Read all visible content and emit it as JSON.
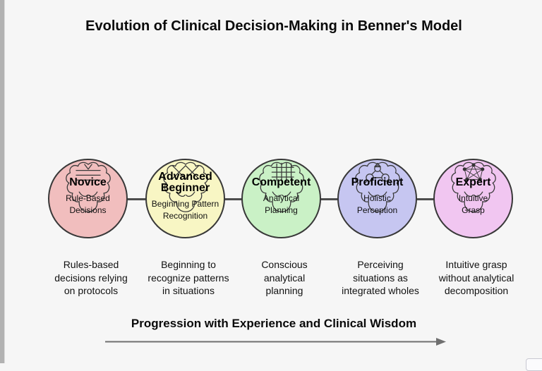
{
  "title": "Evolution of Clinical Decision-Making in Benner's Model",
  "colors": {
    "background": "#f6f6f6",
    "circle_border": "#383838",
    "connector": "#4d4d4d",
    "arrow": "#6f6f6f"
  },
  "stages": [
    {
      "name": "Novice",
      "trait": "Rule-Based\nDecisions",
      "description": "Rules-based\ndecisions relying\non protocols",
      "color": "#f1bebe",
      "icon": "brain-rules-icon"
    },
    {
      "name": "Advanced\nBeginner",
      "trait": "Beginning Pattern\nRecognition",
      "description": "Beginning to\nrecognize patterns\nin situations",
      "color": "#f8f6c4",
      "icon": "brain-crossed-lines-icon"
    },
    {
      "name": "Competent",
      "trait": "Analytical\nPlanning",
      "description": "Conscious\nanalytical\nplanning",
      "color": "#caf1c6",
      "icon": "brain-grid-icon"
    },
    {
      "name": "Proficient",
      "trait": "Holistic\nPerception",
      "description": "Perceiving\nsituations as\nintegrated wholes",
      "color": "#c6c6f1",
      "icon": "brain-network-icon"
    },
    {
      "name": "Expert",
      "trait": "Intuitive\nGrasp",
      "description": "Intuitive grasp\nwithout analytical\ndecomposition",
      "color": "#f1c6f1",
      "icon": "brain-connected-graph-icon"
    }
  ],
  "footer": {
    "caption": "Progression with Experience and Clinical Wisdom"
  }
}
